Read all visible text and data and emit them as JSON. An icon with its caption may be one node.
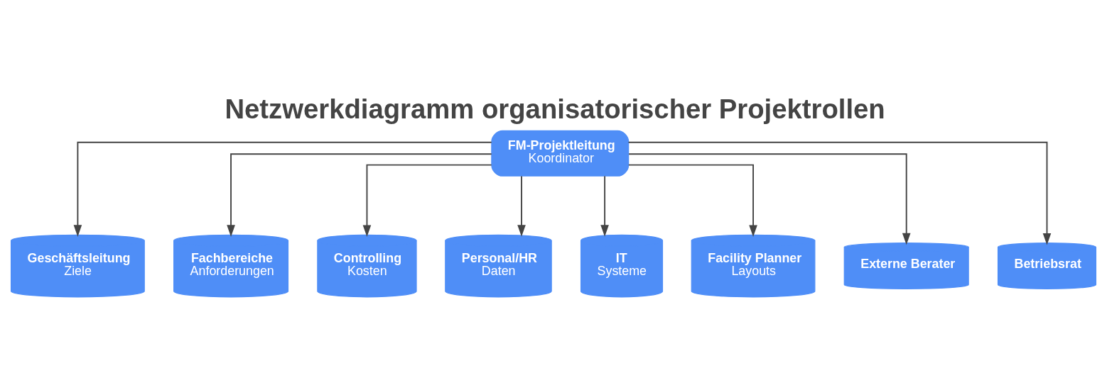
{
  "diagram": {
    "title": "Netzwerkdiagramm organisatorischer Projektrollen",
    "nodes": [
      {
        "text": [
          "FM-Projektleitung",
          "Koordinator"
        ]
      },
      {
        "text": [
          "Geschäftsleitung",
          "Ziele"
        ]
      },
      {
        "text": [
          "Fachbereiche",
          "Anforderungen"
        ]
      },
      {
        "text": [
          "Controlling",
          "Kosten"
        ]
      },
      {
        "text": [
          "Personal/HR",
          "Daten"
        ]
      },
      {
        "text": [
          "IT",
          "Systeme"
        ]
      },
      {
        "text": [
          "Facility Planner",
          "Layouts"
        ]
      },
      {
        "text": [
          "Externe Berater"
        ]
      },
      {
        "text": [
          "Betriebsrat"
        ]
      }
    ],
    "edges": [
      {
        "from": 0,
        "to": 1,
        "arrow": "to"
      },
      {
        "from": 0,
        "to": 2,
        "arrow": "to"
      },
      {
        "from": 0,
        "to": 3,
        "arrow": "to"
      },
      {
        "from": 0,
        "to": 4,
        "arrow": "to"
      },
      {
        "from": 0,
        "to": 5,
        "arrow": "to"
      },
      {
        "from": 0,
        "to": 6,
        "arrow": "to"
      },
      {
        "from": 0,
        "to": 7,
        "arrow": "to"
      },
      {
        "from": 0,
        "to": 8,
        "arrow": "to"
      }
    ]
  }
}
